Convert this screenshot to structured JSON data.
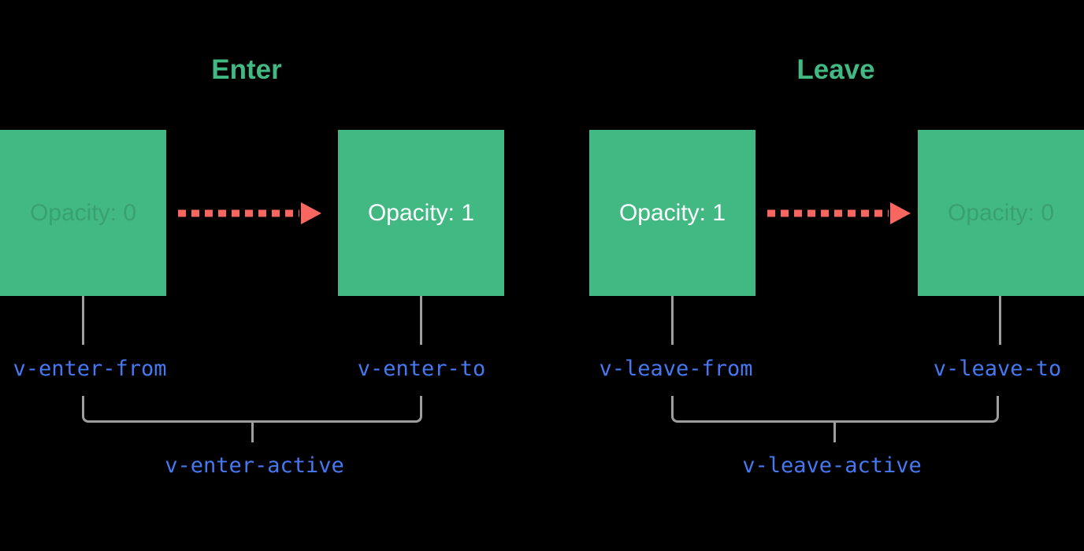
{
  "colors": {
    "background": "#000000",
    "box_green": "#42b883",
    "title_green": "#42b883",
    "arrow_red": "#f8675f",
    "line_gray": "#9e9e9e",
    "class_blue": "#4678f2",
    "box_text_white": "#ffffff",
    "faded_text": "rgba(0,0,0,0.13)"
  },
  "icons": {
    "arrow": "dashed-arrow-right-icon"
  },
  "enter": {
    "title": "Enter",
    "from_box_label": "Opacity: 0",
    "to_box_label": "Opacity: 1",
    "from_class": "v-enter-from",
    "to_class": "v-enter-to",
    "active_class": "v-enter-active"
  },
  "leave": {
    "title": "Leave",
    "from_box_label": "Opacity: 1",
    "to_box_label": "Opacity: 0",
    "from_class": "v-leave-from",
    "to_class": "v-leave-to",
    "active_class": "v-leave-active"
  }
}
